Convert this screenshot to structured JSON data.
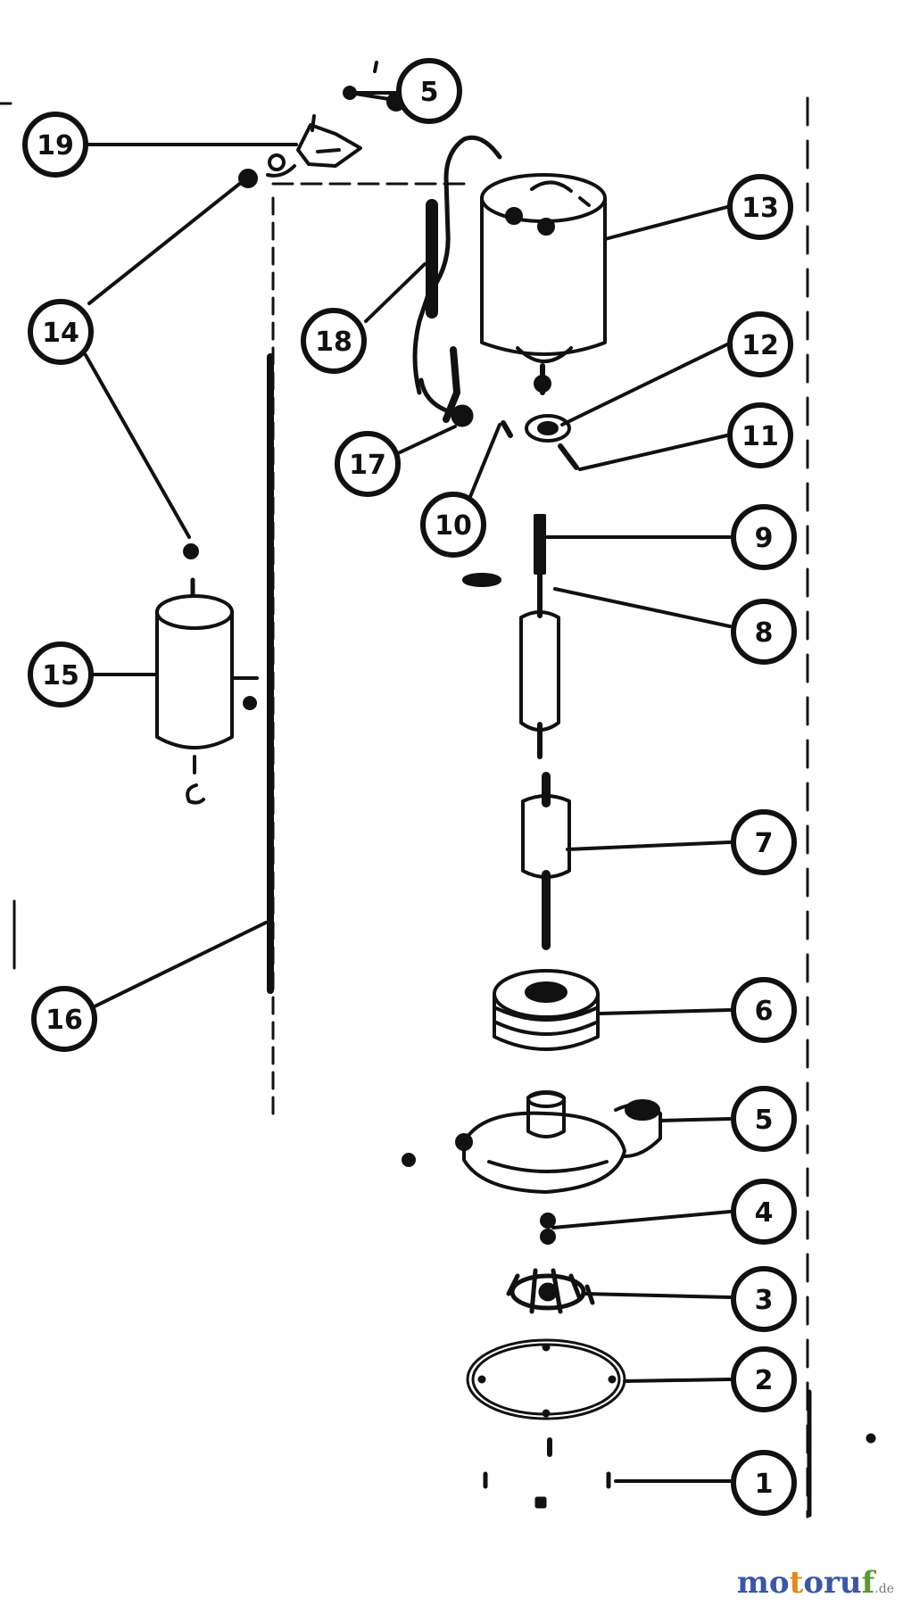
{
  "diagram": {
    "callouts": [
      {
        "id": "c-top",
        "label": "5"
      },
      {
        "id": "c-19",
        "label": "19"
      },
      {
        "id": "c-13",
        "label": "13"
      },
      {
        "id": "c-14",
        "label": "14"
      },
      {
        "id": "c-18",
        "label": "18"
      },
      {
        "id": "c-12",
        "label": "12"
      },
      {
        "id": "c-11",
        "label": "11"
      },
      {
        "id": "c-17",
        "label": "17"
      },
      {
        "id": "c-10",
        "label": "10"
      },
      {
        "id": "c-9",
        "label": "9"
      },
      {
        "id": "c-8",
        "label": "8"
      },
      {
        "id": "c-15",
        "label": "15"
      },
      {
        "id": "c-7",
        "label": "7"
      },
      {
        "id": "c-16",
        "label": "16"
      },
      {
        "id": "c-6",
        "label": "6"
      },
      {
        "id": "c-5",
        "label": "5"
      },
      {
        "id": "c-4",
        "label": "4"
      },
      {
        "id": "c-3",
        "label": "3"
      },
      {
        "id": "c-2",
        "label": "2"
      },
      {
        "id": "c-1",
        "label": "1"
      }
    ]
  },
  "watermark": {
    "letters": [
      "m",
      "o",
      "t",
      "o",
      "r",
      "u",
      "f"
    ],
    "colors": [
      "#3a57a8",
      "#3a57a8",
      "#e08a1e",
      "#3a57a8",
      "#3a57a8",
      "#3a57a8",
      "#5a9a2a"
    ],
    "tld": ".de"
  }
}
